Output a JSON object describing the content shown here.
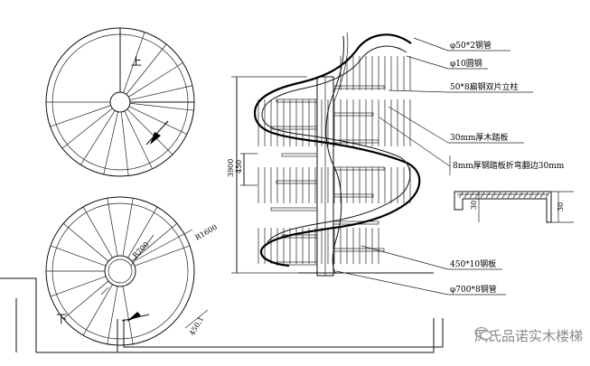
{
  "plan_top": {
    "up_label": "上"
  },
  "plan_bottom": {
    "down_label": "下",
    "dim_radius_outer": "R1600",
    "dim_radius_inner": "R700",
    "dim_width": "450,1"
  },
  "elevation": {
    "dim_total_height": "3900",
    "dim_step": "450",
    "callouts": [
      "φ50*2钢管",
      "φ10圆钢",
      "50*8扁钢双片立柱",
      "30mm厚木踏板",
      "8mm厚钢踏板折弯翻边30mm",
      "450*10钢板",
      "φ700*8钢管"
    ]
  },
  "section_detail": {
    "dim_left": "30",
    "dim_right": "30"
  },
  "watermark": {
    "text": "凤氏品诺实木楼梯"
  }
}
